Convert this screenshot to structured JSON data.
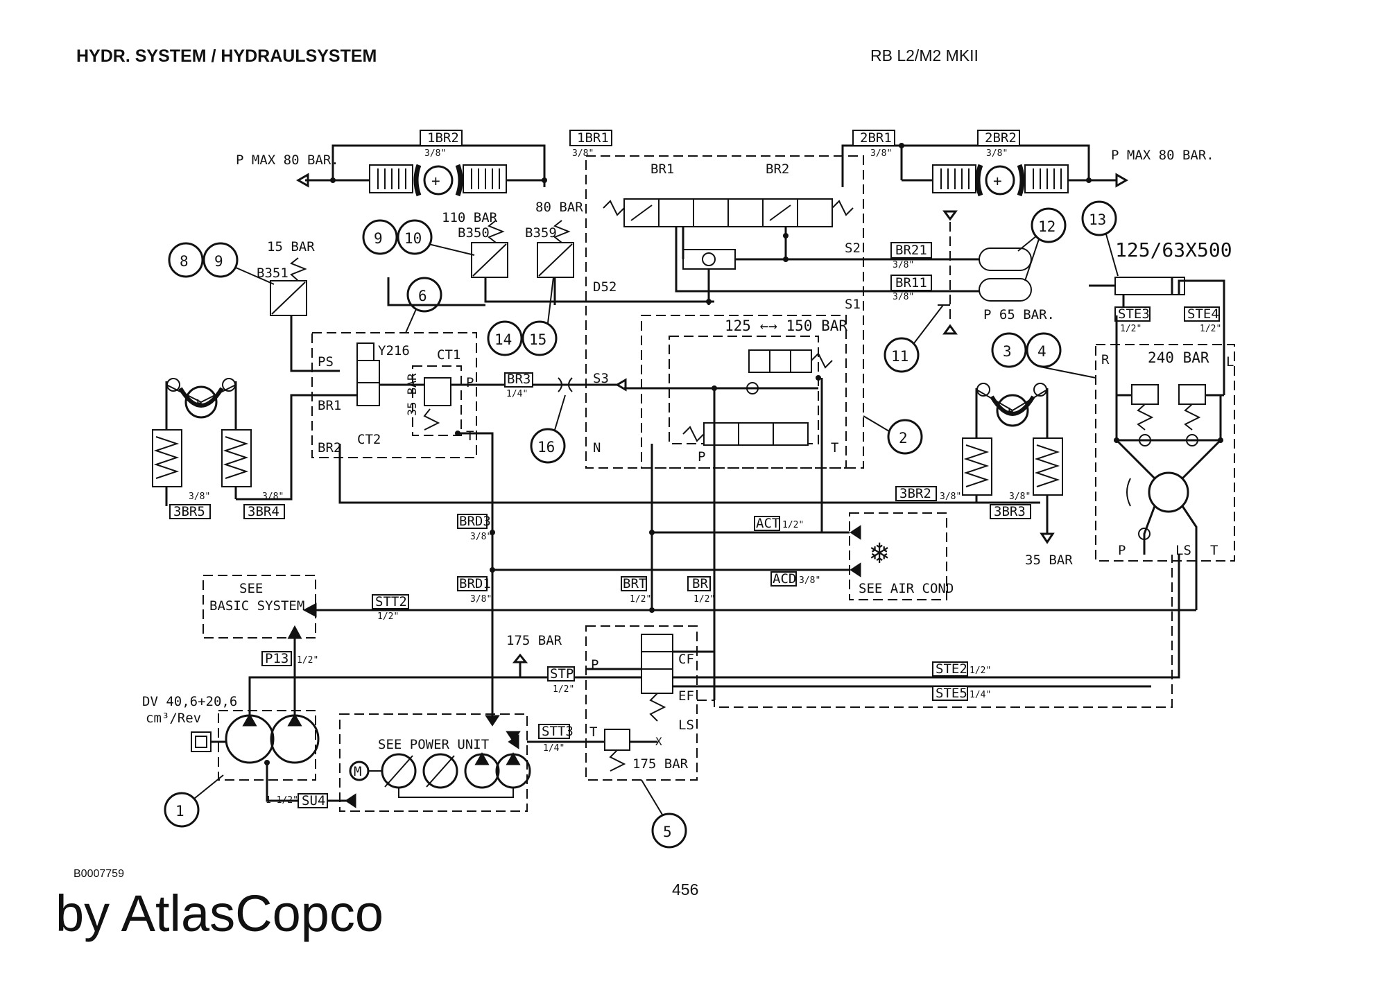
{
  "header": {
    "title": "HYDR. SYSTEM / HYDRAULSYSTEM",
    "model": "RB L2/M2 MKII"
  },
  "footer": {
    "doc_id": "B0007759",
    "page": "456",
    "brand": "by AtlasCopco"
  },
  "items": {
    "i1": "1",
    "i2": "2",
    "i3": "3",
    "i4": "4",
    "i5": "5",
    "i6": "6",
    "i8": "8",
    "i9": "9",
    "i9b": "9",
    "i10": "10",
    "i11": "11",
    "i12": "12",
    "i13": "13",
    "i14": "14",
    "i15": "15",
    "i16": "16"
  },
  "ports": {
    "br2_1": "1BR2",
    "br1_1": "1BR1",
    "br1_2": "2BR1",
    "br2_2": "2BR2",
    "br21": "BR21",
    "br11": "BR11",
    "br3": "BR3",
    "bbr5": "3BR5",
    "bbr4": "3BR4",
    "bbr2": "3BR2",
    "bbr3": "3BR3",
    "brd3": "BRD3",
    "brd1": "BRD1",
    "act": "ACT",
    "acd": "ACD",
    "brt": "BRT",
    "br": "BR",
    "stt2": "STT2",
    "p13": "P13",
    "stp": "STP",
    "ste2": "STE2",
    "ste5": "STE5",
    "stt3": "STT3",
    "su4": "SU4",
    "ste3": "STE3",
    "ste4": "STE4"
  },
  "sizes": {
    "s38": "3/8\"",
    "s12": "1/2\"",
    "s14": "1/4\"",
    "s1_12": "1 1/2\""
  },
  "labels": {
    "pmax_left": "P MAX 80 BAR.",
    "pmax_right": "P MAX 80 BAR.",
    "bar15": "15 BAR",
    "b351": "B351",
    "bar110": "110 BAR",
    "b350": "B350",
    "bar80": "80 BAR",
    "b359": "B359",
    "y216": "Y216",
    "ct1": "CT1",
    "ct2": "CT2",
    "ps": "PS",
    "br1": "BR1",
    "br2": "BR2",
    "bar35v": "35 BAR",
    "p_valve": "P",
    "t_valve": "T",
    "d52": "D52",
    "s1": "S1",
    "s2": "S2",
    "s3": "S3",
    "n": "N",
    "br1_top": "BR1",
    "br2_top": "BR2",
    "bar125_150": "125 ←→ 150 BAR",
    "p_main": "P",
    "t_main": "T",
    "p65": "P 65 BAR.",
    "cyl": "125/63X500",
    "r": "R",
    "l": "L",
    "bar240": "240 BAR",
    "p_m": "P",
    "ls_m": "LS",
    "t_m": "T",
    "bar35r": "35 BAR",
    "see": "SEE",
    "air_cond": "SEE AIR COND",
    "see2": "SEE",
    "basic": "BASIC SYSTEM",
    "bar175a": "175 BAR",
    "p_pr": "P",
    "cf": "CF",
    "ef": "EF",
    "ls_pr": "LS",
    "t_pr": "T",
    "bar175b": "175 BAR",
    "dv": "DV 40,6+20,6",
    "cm3": "cm³/Rev",
    "power_unit": "SEE POWER UNIT",
    "motor": "M"
  },
  "colors": {
    "ink": "#111111",
    "paper": "#ffffff"
  }
}
